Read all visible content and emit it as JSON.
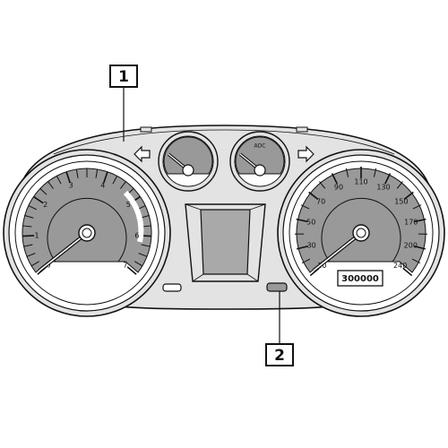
{
  "callouts": [
    {
      "number": "1"
    },
    {
      "number": "2"
    }
  ],
  "tachometer": {
    "labels": [
      "0",
      "1",
      "2",
      "3",
      "4",
      "5",
      "6",
      "7"
    ]
  },
  "speedometer": {
    "labels": [
      "10",
      "30",
      "50",
      "70",
      "90",
      "110",
      "130",
      "150",
      "170",
      "200",
      "240"
    ],
    "odometer": "300000"
  },
  "center_gauges": {
    "right_label": "ADC"
  },
  "icons": {
    "left_indicator": "arrow-left-icon",
    "right_indicator": "arrow-right-icon"
  },
  "colors": {
    "gauge_fill": "#999999",
    "panel_fill": "#e3e3e3",
    "outline": "#111111",
    "display_fill": "#a9a9a9"
  }
}
